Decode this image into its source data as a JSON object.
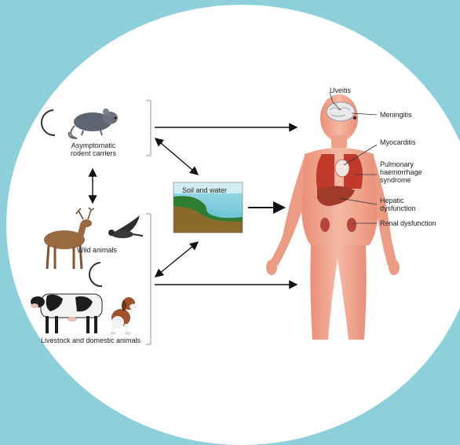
{
  "labels": {
    "rodent": "Asymptomatic rodent carriers",
    "wild": "Wild animals",
    "livestock": "Livestock and domestic animals",
    "soil": "Soil and water",
    "uveitis": "Uveitis",
    "meningitis": "Meningitis",
    "myocarditis": "Myocarditis",
    "pulmonary": "Pulmonary haemorrhage syndrome",
    "hepatic": "Hepatic dysfunction",
    "renal": "Renal dysfunction"
  },
  "colors": {
    "background": "#8dd0dc",
    "body": "#f0a58e",
    "organ": "#c0392b",
    "arrow": "#111111"
  }
}
